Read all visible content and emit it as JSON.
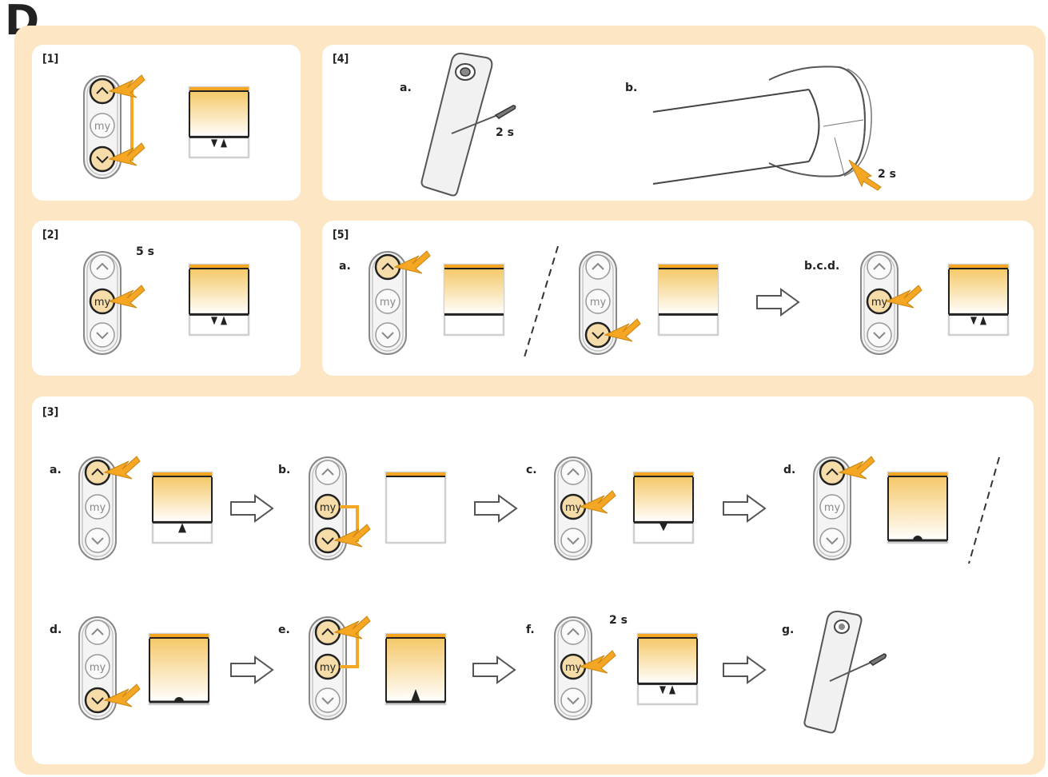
{
  "header": {
    "letter": "D"
  },
  "colors": {
    "frame": "#fde6c4",
    "accent": "#f5a623",
    "button_fill": "#f5dca8",
    "blind_top": "#f5c96a"
  },
  "panels": {
    "p1": {
      "label": "[1]"
    },
    "p2": {
      "label": "[2]",
      "time": "5 s"
    },
    "p3": {
      "label": "[3]",
      "steps_row1": [
        "a.",
        "b.",
        "c.",
        "d."
      ],
      "steps_row2": [
        "d.",
        "e.",
        "f.",
        "g."
      ],
      "time_f": "2 s"
    },
    "p4": {
      "label": "[4]",
      "step_a": "a.",
      "step_b": "b.",
      "time_a": "2 s",
      "time_b": "2 s"
    },
    "p5": {
      "label": "[5]",
      "step_a": "a.",
      "step_bcd": "b.c.d."
    }
  },
  "remote": {
    "my_label": "my",
    "up_icon": "chevron-up-icon",
    "down_icon": "chevron-down-icon"
  }
}
